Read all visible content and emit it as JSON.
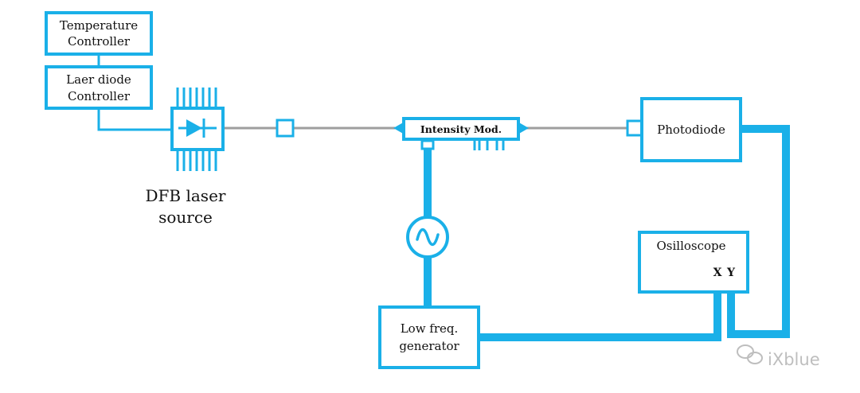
{
  "colors": {
    "accent": "#1ab0e8",
    "fiber": "#9e9e9e",
    "text": "#111111"
  },
  "temperature_controller": {
    "line1": "Temperature",
    "line2": "Controller"
  },
  "laser_diode_controller": {
    "line1": "Laer diode",
    "line2": "Controller"
  },
  "dfb_laser": {
    "line1": "DFB laser",
    "line2": "source"
  },
  "modulator": {
    "label": "Intensity Mod."
  },
  "photodiode": {
    "label": "Photodiode"
  },
  "oscilloscope": {
    "label": "Osilloscope",
    "x_port": "X",
    "y_port": "Y"
  },
  "generator": {
    "line1": "Low freq.",
    "line2": "generator"
  },
  "watermark": {
    "text": "iXblue",
    "icon": "wechat-icon"
  }
}
